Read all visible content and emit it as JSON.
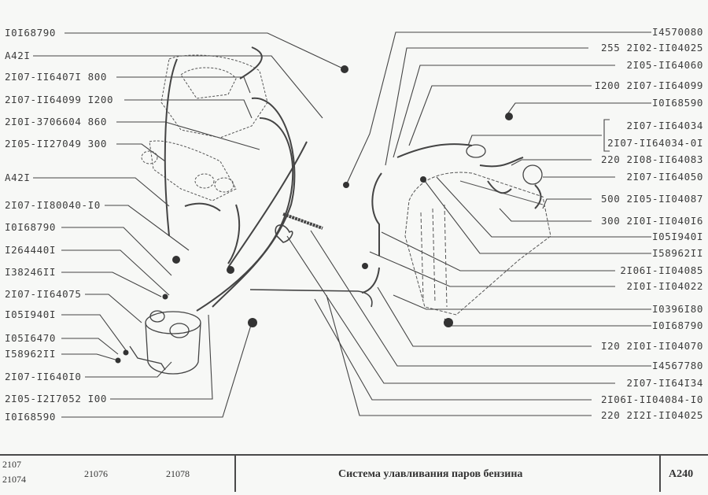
{
  "left_labels": [
    {
      "id": "l1",
      "text": "I0I68790"
    },
    {
      "id": "l2",
      "text": "A42I"
    },
    {
      "id": "l3",
      "text": "2I07-II6407I 800"
    },
    {
      "id": "l4",
      "text": "2I07-II64099 I200"
    },
    {
      "id": "l5",
      "text": "2I0I-3706604 860"
    },
    {
      "id": "l6",
      "text": "2I05-II27049 300"
    },
    {
      "id": "l7",
      "text": "A42I"
    },
    {
      "id": "l8",
      "text": "2I07-II80040-I0"
    },
    {
      "id": "l9",
      "text": "I0I68790"
    },
    {
      "id": "l10",
      "text": "I264440I"
    },
    {
      "id": "l11",
      "text": "I38246II"
    },
    {
      "id": "l12",
      "text": "2I07-II64075"
    },
    {
      "id": "l13",
      "text": "I05I940I"
    },
    {
      "id": "l14",
      "text": "I05I6470"
    },
    {
      "id": "l15",
      "text": "I58962II"
    },
    {
      "id": "l16",
      "text": "2I07-II640I0"
    },
    {
      "id": "l17",
      "text": "2I05-I2I7052 I00"
    },
    {
      "id": "l18",
      "text": "I0I68590"
    }
  ],
  "right_labels": [
    {
      "id": "r1",
      "text": "I4570080"
    },
    {
      "id": "r2",
      "text": "255 2I02-II04025"
    },
    {
      "id": "r3",
      "text": "2I05-II64060"
    },
    {
      "id": "r4",
      "text": "I200 2I07-II64099"
    },
    {
      "id": "r5",
      "text": "I0I68590"
    },
    {
      "id": "r6a",
      "text": "2I07-II64034"
    },
    {
      "id": "r6b",
      "text": "2I07-II64034-0I"
    },
    {
      "id": "r7",
      "text": "220 2I08-II64083"
    },
    {
      "id": "r8",
      "text": "2I07-II64050"
    },
    {
      "id": "r9",
      "text": "500 2I05-II04087"
    },
    {
      "id": "r10",
      "text": "300 2I0I-II040I6"
    },
    {
      "id": "r11",
      "text": "I05I940I"
    },
    {
      "id": "r12",
      "text": "I58962II"
    },
    {
      "id": "r13",
      "text": "2I06I-II04085"
    },
    {
      "id": "r14",
      "text": "2I0I-II04022"
    },
    {
      "id": "r15",
      "text": "I0396I80"
    },
    {
      "id": "r16",
      "text": "I0I68790"
    },
    {
      "id": "r17",
      "text": "I20 2I0I-II04070"
    },
    {
      "id": "r18",
      "text": "I4567780"
    },
    {
      "id": "r19",
      "text": "2I07-II64I34"
    },
    {
      "id": "r20",
      "text": "2I06I-II04084-I0"
    },
    {
      "id": "r21",
      "text": "220 2I2I-II04025"
    }
  ],
  "footer": {
    "models_col1_line1": "2107",
    "models_col1_line2": "21074",
    "models_col2": "21076",
    "models_col3": "21078",
    "title": "Система улавливания паров бензина",
    "page_code": "A240"
  },
  "colors": {
    "ink": "#3c3c3c",
    "paper": "#f7f8f6"
  }
}
